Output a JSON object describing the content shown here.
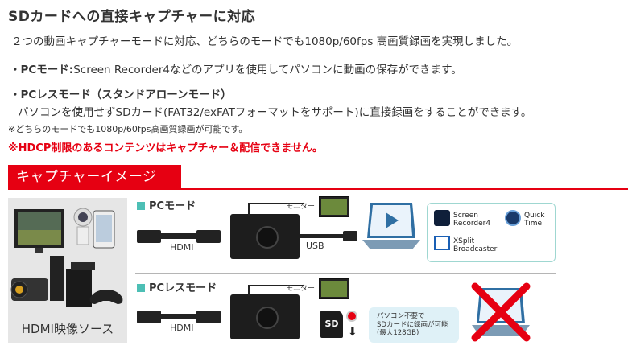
{
  "heading": "SDカードへの直接キャプチャーに対応",
  "lead": "２つの動画キャプチャーモードに対応、どちらのモードでも1080p/60fps 高画質録画を実現しました。",
  "bullets": {
    "pc_mode_label": "・PCモード:",
    "pc_mode_text": "Screen Recorder4などのアプリを使用してパソコンに動画の保存ができます。",
    "pcless_label": "・PCレスモード（スタンドアローンモード）",
    "pcless_text": "パソコンを使用せずSDカード(FAT32/exFATフォーマットをサポート)に直接録画をすることができます。"
  },
  "note": "※どちらのモードでも1080p/60fps高画質録画が可能です。",
  "warning": "※HDCP制限のあるコンテンツはキャプチャー＆配信できません。",
  "banner": "キャプチャーイメージ",
  "source_label": "HDMI映像ソース",
  "pc_mode": {
    "title": "PCモード",
    "monitor": "モニター",
    "hdmi": "HDMI",
    "usb": "USB",
    "software": [
      {
        "name": "Screen Recorder4",
        "line1": "Screen",
        "line2": "Recorder4"
      },
      {
        "name": "Quick Time",
        "line1": "Quick",
        "line2": "Time"
      },
      {
        "name": "XSplit Broadcaster",
        "line1": "XSplit",
        "line2": "Broadcaster"
      }
    ]
  },
  "pcless_mode": {
    "title": "PCレスモード",
    "monitor": "モニター",
    "hdmi": "HDMI",
    "callout_line1": "パソコン不要で",
    "callout_line2": "SDカードに録画が可能",
    "callout_line3": "(最大128GB)"
  },
  "colors": {
    "accent_red": "#e60012",
    "teal": "#4dbfb5",
    "callout_bg": "#dff1f7"
  }
}
